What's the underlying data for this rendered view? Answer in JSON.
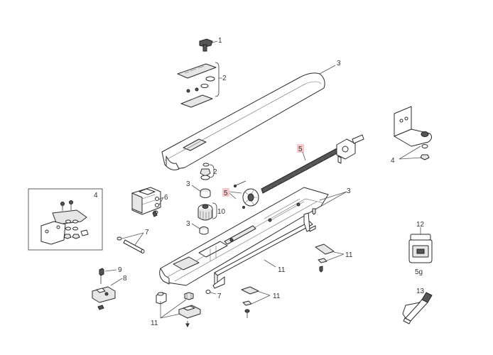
{
  "callouts": {
    "c1": "1",
    "c2a": "2",
    "c2b": "2",
    "c3a": "3",
    "c3b": "3",
    "c3c": "3",
    "c3d": "3",
    "c4a": "4",
    "c4b": "4",
    "c5a": "5",
    "c5b": "5",
    "c6": "6",
    "c7a": "7",
    "c7b": "7",
    "c8": "8",
    "c9": "9",
    "c10": "10",
    "c11a": "11",
    "c11b": "11",
    "c11c": "11",
    "c11d": "11",
    "c12": "12",
    "c13": "13"
  },
  "jar_weight": "5g",
  "colors": {
    "highlight": "#f7c9cc",
    "line": "#2a2a2a",
    "shade": "#e6e6e6"
  }
}
